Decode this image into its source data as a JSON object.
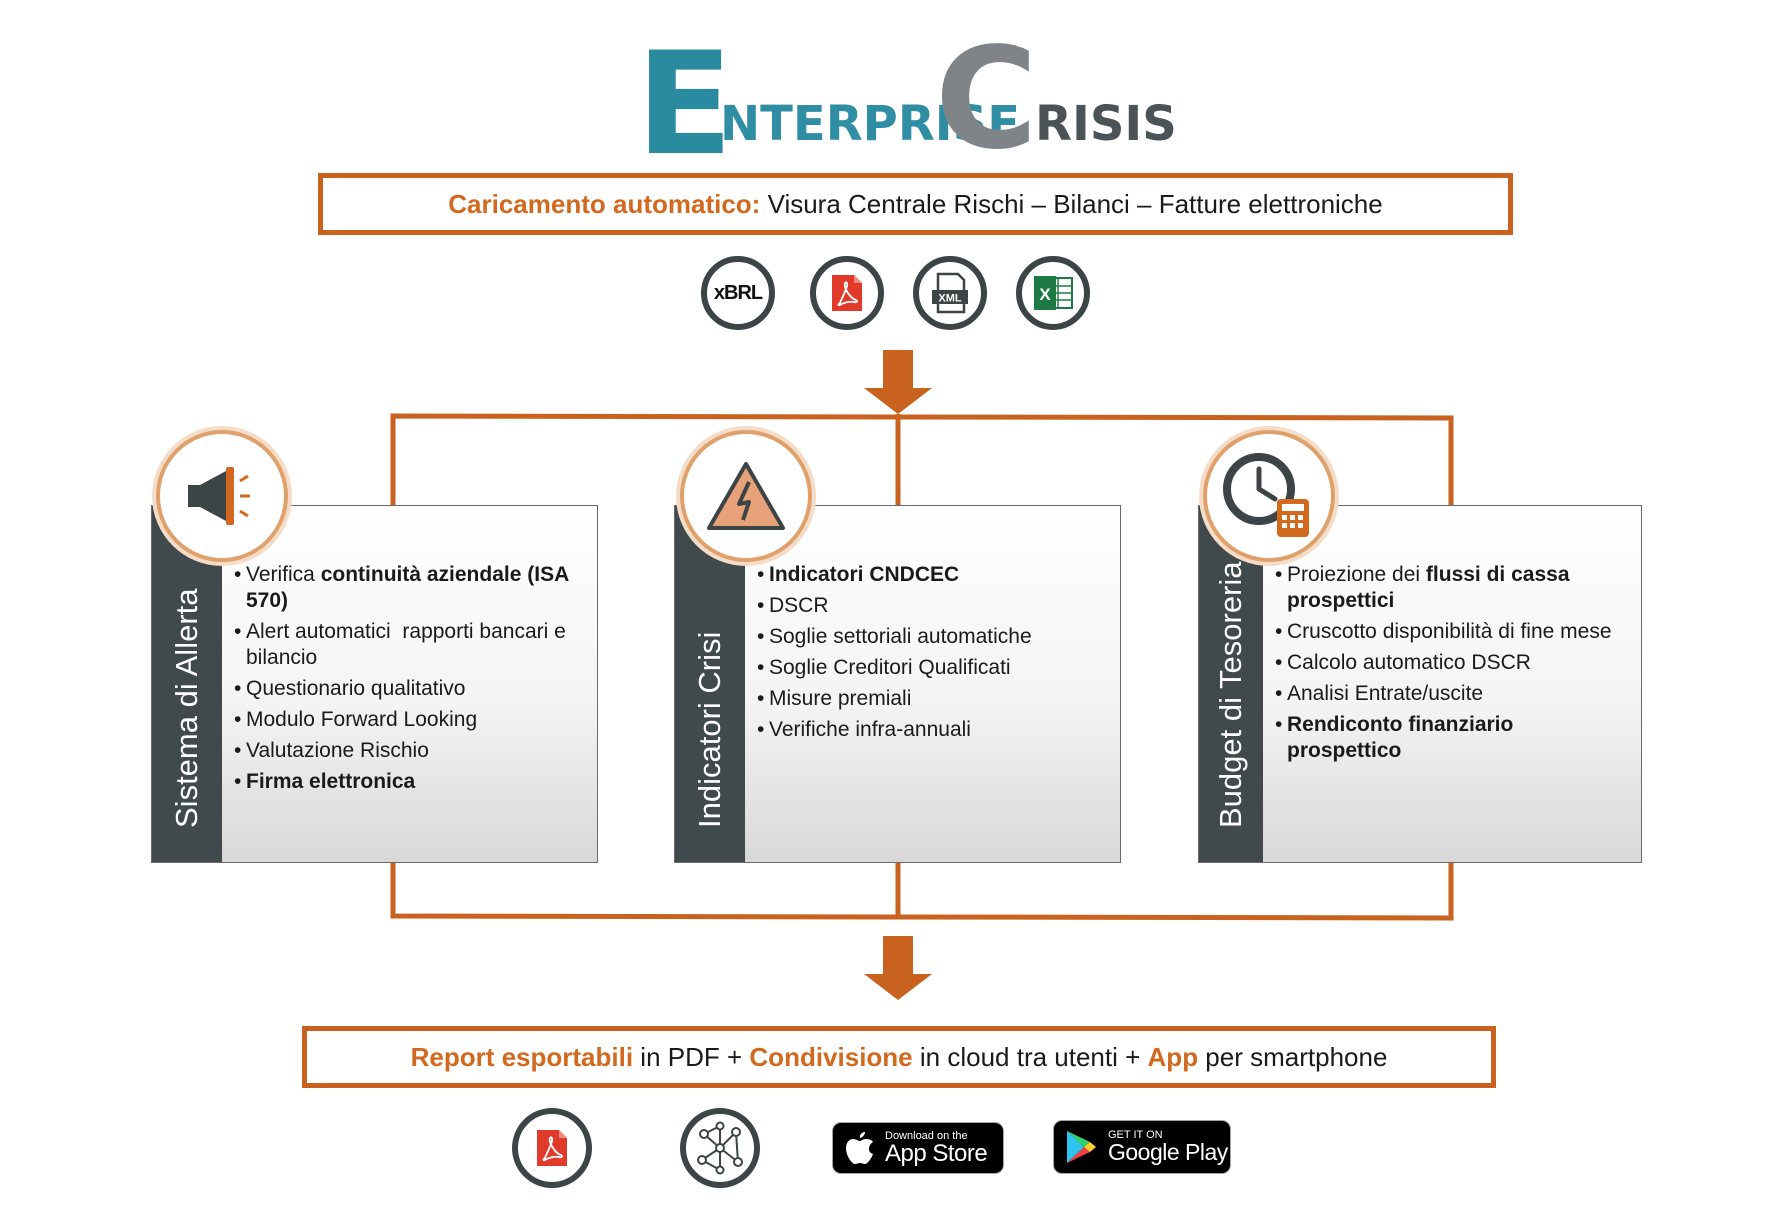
{
  "logo": {
    "first_initial": "E",
    "first_rest": "NTERPRISE",
    "second_initial": "C",
    "second_rest": "RISIS"
  },
  "top_banner": {
    "highlight": "Caricamento automatico:",
    "text": " Visura Centrale Rischi – Bilanci – Fatture elettroniche"
  },
  "input_formats": [
    {
      "icon": "xbrl-icon",
      "label": "xBRL"
    },
    {
      "icon": "pdf-icon",
      "label": ""
    },
    {
      "icon": "xml-file-icon",
      "label": "XML"
    },
    {
      "icon": "excel-icon",
      "label": "X"
    }
  ],
  "modules": [
    {
      "title": "Sistema di Allerta",
      "icon": "megaphone-icon",
      "items": [
        {
          "parts": [
            {
              "t": "Verifica ",
              "bold": false
            },
            {
              "t": "continuità aziendale (ISA 570)",
              "bold": true
            }
          ]
        },
        {
          "parts": [
            {
              "t": "Alert automatici  rapporti bancari e bilancio",
              "bold": false
            }
          ]
        },
        {
          "parts": [
            {
              "t": "Questionario qualitativo",
              "bold": false
            }
          ]
        },
        {
          "parts": [
            {
              "t": "Modulo Forward Looking",
              "bold": false
            }
          ]
        },
        {
          "parts": [
            {
              "t": "Valutazione Rischio",
              "bold": false
            }
          ]
        },
        {
          "parts": [
            {
              "t": "Firma elettronica",
              "bold": true
            }
          ]
        }
      ]
    },
    {
      "title": "Indicatori Crisi",
      "icon": "warning-icon",
      "items": [
        {
          "parts": [
            {
              "t": "Indicatori CNDCEC",
              "bold": true
            }
          ]
        },
        {
          "parts": [
            {
              "t": "DSCR",
              "bold": false
            }
          ]
        },
        {
          "parts": [
            {
              "t": "Soglie settoriali automatiche",
              "bold": false
            }
          ]
        },
        {
          "parts": [
            {
              "t": "Soglie Creditori Qualificati",
              "bold": false
            }
          ]
        },
        {
          "parts": [
            {
              "t": "Misure premiali",
              "bold": false
            }
          ]
        },
        {
          "parts": [
            {
              "t": "Verifiche infra-annuali",
              "bold": false
            }
          ]
        }
      ]
    },
    {
      "title": "Budget di Tesoreria",
      "icon": "clock-calculator-icon",
      "items": [
        {
          "parts": [
            {
              "t": "Proiezione dei ",
              "bold": false
            },
            {
              "t": "flussi di cassa prospettici",
              "bold": true
            }
          ]
        },
        {
          "parts": [
            {
              "t": "Cruscotto disponibilità di fine mese",
              "bold": false
            }
          ]
        },
        {
          "parts": [
            {
              "t": "Calcolo automatico DSCR",
              "bold": false
            }
          ]
        },
        {
          "parts": [
            {
              "t": "Analisi Entrate/uscite",
              "bold": false
            }
          ]
        },
        {
          "parts": [
            {
              "t": "Rendiconto finanziario prospettico",
              "bold": true
            }
          ]
        }
      ]
    }
  ],
  "bottom_banner": {
    "h1": "Report esportabili",
    "t1": " in PDF + ",
    "h2": "Condivisione",
    "t2": " in cloud tra utenti + ",
    "h3": "App",
    "t3": " per smartphone"
  },
  "outputs": {
    "app_store": {
      "small": "Download on the",
      "big": "App Store"
    },
    "google_play": {
      "small": "GET IT ON",
      "big": "Google Play"
    }
  },
  "colors": {
    "accent": "#c8621e",
    "dark": "#404a4c",
    "teal": "#2a8ba0",
    "grey": "#7e8488"
  }
}
